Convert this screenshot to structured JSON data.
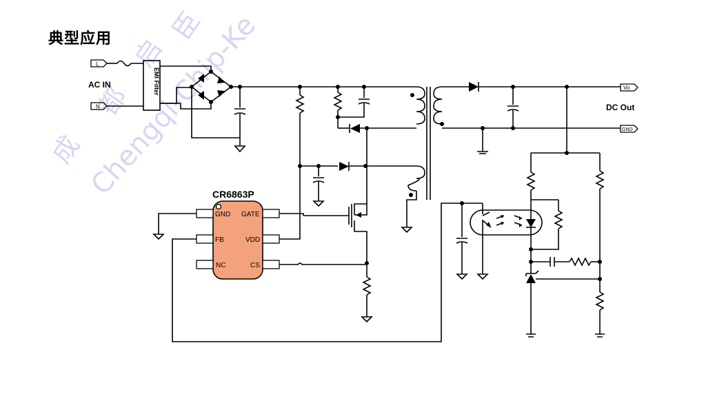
{
  "title": "典型应用",
  "labels": {
    "ac_in": "AC IN",
    "dc_out": "DC Out",
    "emi_filter": "EMI Filter",
    "terminal_l": "L",
    "terminal_n": "N",
    "terminal_vo": "Vo",
    "terminal_gnd": "GND"
  },
  "chip": {
    "name": "CR6863P",
    "color": "#f4a27c",
    "pins_left": [
      "GND",
      "FB",
      "NC"
    ],
    "pins_right": [
      "GATE",
      "VDD",
      "CS"
    ]
  },
  "watermark": {
    "cn": [
      "成",
      "都",
      "启",
      "臣"
    ],
    "en": "Chengqi-Chip-Ke"
  }
}
